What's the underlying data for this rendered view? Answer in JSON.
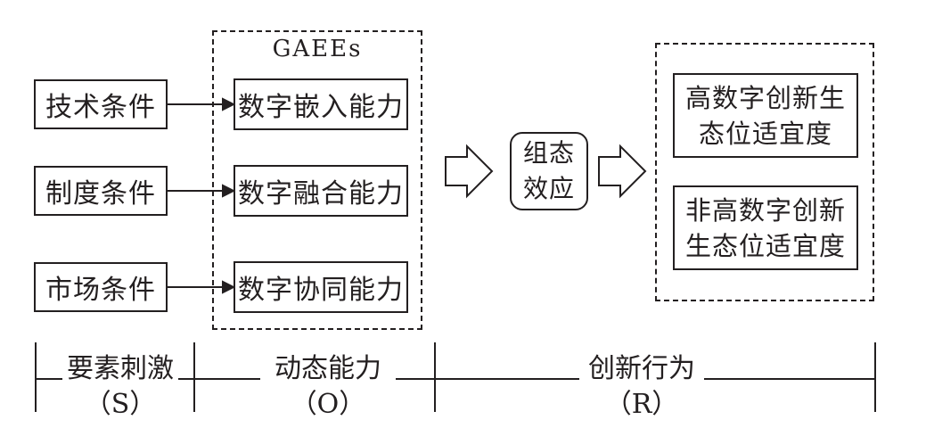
{
  "conditions": [
    "技术条件",
    "制度条件",
    "市场条件"
  ],
  "gaees_title": "GAEEs",
  "capabilities": [
    "数字嵌入能力",
    "数字融合能力",
    "数字协同能力"
  ],
  "effect": {
    "line1": "组态",
    "line2": "效应"
  },
  "outcomes": [
    {
      "line1": "高数字创新生",
      "line2": "态位适宜度"
    },
    {
      "line1": "非高数字创新",
      "line2": "生态位适宜度"
    }
  ],
  "phases": [
    {
      "name": "要素刺激",
      "code": "（S）"
    },
    {
      "name": "动态能力",
      "code": "（O）"
    },
    {
      "name": "创新行为",
      "code": "（R）"
    }
  ]
}
